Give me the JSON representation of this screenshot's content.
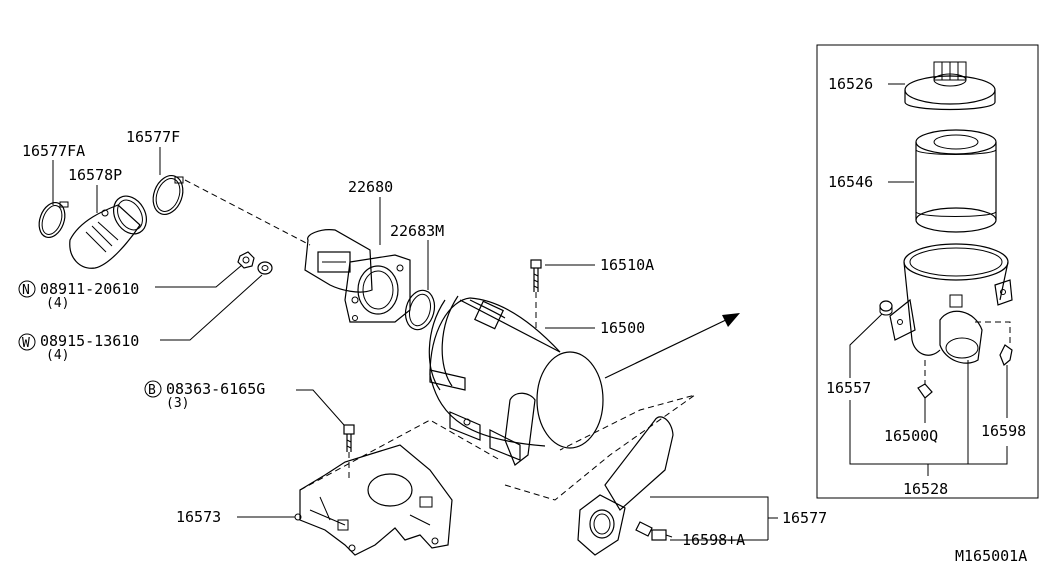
{
  "diagram": {
    "figure_code": "M165001A",
    "callouts": {
      "p16577FA": "16577FA",
      "p16577F": "16577F",
      "p16578P": "16578P",
      "p22680": "22680",
      "p22683M": "22683M",
      "p16510A": "16510A",
      "p16500": "16500",
      "nut_part": "08911-20610",
      "nut_prefix": "N",
      "nut_qty": "(4)",
      "washer_part": "08915-13610",
      "washer_prefix": "W",
      "washer_qty": "(4)",
      "bolt_part": "08363-6165G",
      "bolt_prefix": "B",
      "bolt_qty": "(3)",
      "p16573": "16573",
      "p16577": "16577",
      "p16598A": "16598+A",
      "p16526": "16526",
      "p16546": "16546",
      "p16557": "16557",
      "p16500Q": "16500Q",
      "p16598": "16598",
      "p16528": "16528"
    }
  }
}
